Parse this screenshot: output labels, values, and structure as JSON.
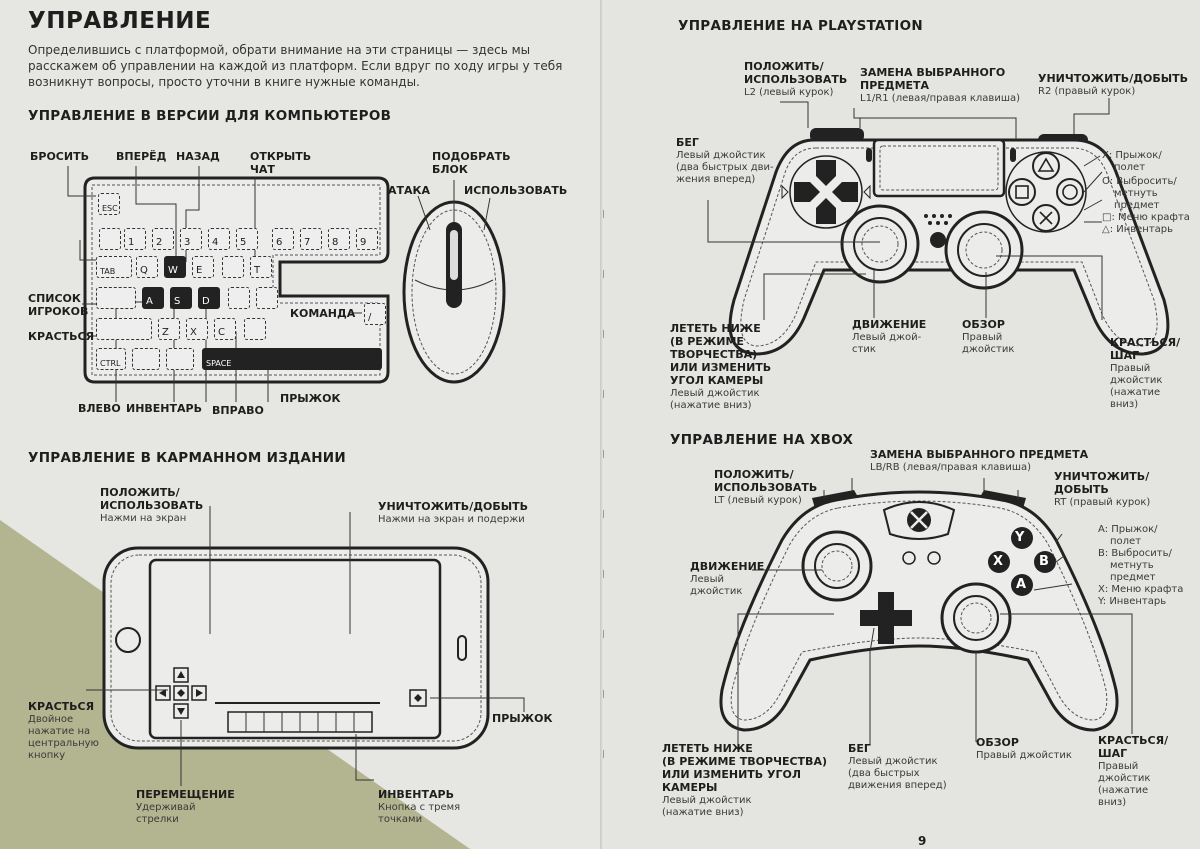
{
  "left_page": {
    "title": "УПРАВЛЕНИЕ",
    "intro": "Определившись с платформой, обрати внимание на эти страницы — здесь мы расскажем об управлении на каждой из платформ. Если вдруг по ходу игры у тебя возникнут вопросы, просто уточни в книге нужные команды.",
    "pc": {
      "heading": "УПРАВЛЕНИЕ В ВЕРСИИ ДЛЯ КОМПЬЮТЕРОВ",
      "labels": {
        "drop": "БРОСИТЬ",
        "forward": "ВПЕРЁД",
        "back": "НАЗАД",
        "chat_1": "ОТКРЫТЬ",
        "chat_2": "ЧАТ",
        "pick_1": "ПОДОБРАТЬ",
        "pick_2": "БЛОК",
        "attack": "АТАКА",
        "use": "ИСПОЛЬЗОВАТЬ",
        "players_1": "СПИСОК",
        "players_2": "ИГРОКОВ",
        "sneak": "КРАСТЬСЯ",
        "command": "КОМАНДА",
        "left": "ВЛЕВО",
        "inventory": "ИНВЕНТАРЬ",
        "right": "ВПРАВО",
        "jump": "ПРЫЖОК"
      },
      "keys": {
        "esc": "ESC",
        "n1": "1",
        "n2": "2",
        "n3": "3",
        "n4": "4",
        "n5": "5",
        "n6": "6",
        "n7": "7",
        "n8": "8",
        "n9": "9",
        "tab": "TAB",
        "q": "Q",
        "w": "W",
        "e": "E",
        "t": "T",
        "a": "A",
        "s": "S",
        "d": "D",
        "z": "Z",
        "x": "X",
        "c": "C",
        "ctrl": "CTRL",
        "space": "SPACE",
        "slash": "/"
      }
    },
    "pocket": {
      "heading": "УПРАВЛЕНИЕ В КАРМАННОМ ИЗДАНИИ",
      "place_1": "ПОЛОЖИТЬ/",
      "place_2": "ИСПОЛЬЗОВАТЬ",
      "place_sub": "Нажми на экран",
      "destroy": "УНИЧТОЖИТЬ/ДОБЫТЬ",
      "destroy_sub": "Нажми на экран и подержи",
      "sneak": "КРАСТЬСЯ",
      "sneak_sub_1": "Двойное",
      "sneak_sub_2": "нажатие на",
      "sneak_sub_3": "центральную",
      "sneak_sub_4": "кнопку",
      "jump": "ПРЫЖОК",
      "move": "ПЕРЕМЕЩЕНИЕ",
      "move_sub_1": "Удерживай",
      "move_sub_2": "стрелки",
      "inv": "ИНВЕНТАРЬ",
      "inv_sub_1": "Кнопка с тремя",
      "inv_sub_2": "точками"
    }
  },
  "right_page": {
    "ps": {
      "heading": "УПРАВЛЕНИЕ НА PLAYSTATION",
      "place_1": "ПОЛОЖИТЬ/",
      "place_2": "ИСПОЛЬЗОВАТЬ",
      "place_sub": "L2 (левый курок)",
      "swap_1": "ЗАМЕНА ВЫБРАННОГО",
      "swap_2": "ПРЕДМЕТА",
      "swap_sub": "L1/R1 (левая/правая клавиша)",
      "destroy": "УНИЧТОЖИТЬ/ДОБЫТЬ",
      "destroy_sub": "R2 (правый курок)",
      "run": "БЕГ",
      "run_sub_1": "Левый джойстик",
      "run_sub_2": "(два быстрых дви-",
      "run_sub_3": "жения вперед)",
      "x_btn": "X: Прыжок/",
      "x_btn_2": "полет",
      "o_btn": "O: Выбросить/",
      "o_btn_2": "метнуть",
      "o_btn_3": "предмет",
      "sq_btn": "□: Меню крафта",
      "tr_btn": "△: Инвентарь",
      "fly_1": "ЛЕТЕТЬ НИЖЕ",
      "fly_2": "(В РЕЖИМЕ",
      "fly_3": "ТВОРЧЕСТВА)",
      "fly_4": "ИЛИ ИЗМЕНИТЬ",
      "fly_5": "УГОЛ КАМЕРЫ",
      "fly_sub_1": "Левый джойстик",
      "fly_sub_2": "(нажатие вниз)",
      "move": "ДВИЖЕНИЕ",
      "move_sub_1": "Левый джой-",
      "move_sub_2": "стик",
      "look": "ОБЗОР",
      "look_sub_1": "Правый",
      "look_sub_2": "джойстик",
      "sneak_1": "КРАСТЬСЯ/",
      "sneak_2": "ШАГ",
      "sneak_sub_1": "Правый",
      "sneak_sub_2": "джойстик",
      "sneak_sub_3": "(нажатие",
      "sneak_sub_4": "вниз)"
    },
    "xbox": {
      "heading": "УПРАВЛЕНИЕ НА XBOX",
      "swap": "ЗАМЕНА ВЫБРАННОГО ПРЕДМЕТА",
      "swap_sub": "LB/RB (левая/правая клавиша)",
      "place_1": "ПОЛОЖИТЬ/",
      "place_2": "ИСПОЛЬЗОВАТЬ",
      "place_sub": "LT (левый курок)",
      "destroy_1": "УНИЧТОЖИТЬ/",
      "destroy_2": "ДОБЫТЬ",
      "destroy_sub": "RT (правый курок)",
      "move": "ДВИЖЕНИЕ",
      "move_sub_1": "Левый",
      "move_sub_2": "джойстик",
      "a_btn": "A: Прыжок/",
      "a_btn_2": "полет",
      "b_btn": "B: Выбросить/",
      "b_btn_2": "метнуть",
      "b_btn_3": "предмет",
      "x_btn": "X: Меню крафта",
      "y_btn": "Y: Инвентарь",
      "fly_1": "ЛЕТЕТЬ НИЖЕ",
      "fly_2": "(В РЕЖИМЕ ТВОРЧЕСТВА)",
      "fly_3": "ИЛИ ИЗМЕНИТЬ УГОЛ",
      "fly_4": "КАМЕРЫ",
      "fly_sub_1": "Левый джойстик",
      "fly_sub_2": "(нажатие вниз)",
      "run": "БЕГ",
      "run_sub_1": "Левый джойстик",
      "run_sub_2": "(два быстрых",
      "run_sub_3": "движения вперед)",
      "look": "ОБЗОР",
      "look_sub": "Правый джойстик",
      "sneak_1": "КРАСТЬСЯ/",
      "sneak_2": "ШАГ",
      "sneak_sub_1": "Правый",
      "sneak_sub_2": "джойстик",
      "sneak_sub_3": "(нажатие",
      "sneak_sub_4": "вниз)",
      "btn_y": "Y",
      "btn_x": "X",
      "btn_b": "B",
      "btn_a": "A"
    },
    "page_number": "9"
  },
  "colors": {
    "page_left": "#e6e6e2",
    "page_right": "#e4e4e0",
    "green_band": "#b2b58f",
    "ink": "#1e1e1e"
  }
}
